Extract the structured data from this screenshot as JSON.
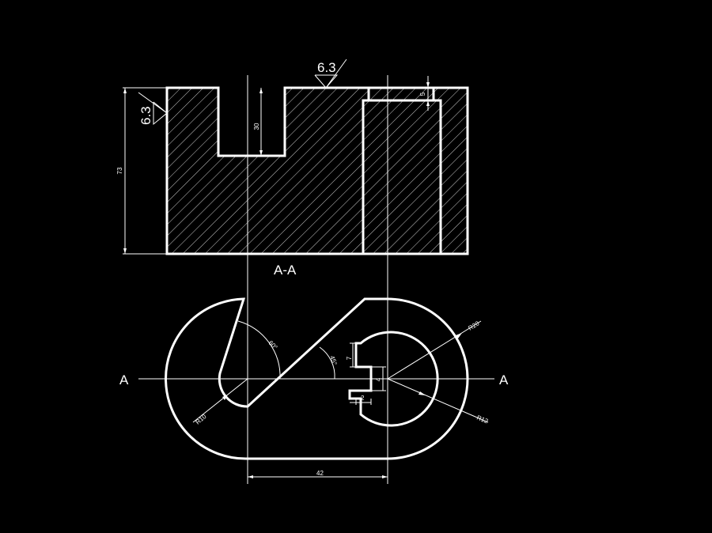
{
  "roughness_top": "6.3",
  "roughness_left": "6.3",
  "dim_depth_slot": "30",
  "dim_height": "73",
  "dim_step": "5",
  "section_label": "A-A",
  "section_mark_left": "A",
  "section_mark_right": "A",
  "dim_angle_1": "60°",
  "dim_angle_2": "45°",
  "dim_radius_10": "R10",
  "dim_radius_20": "R20",
  "dim_radius_12": "R12",
  "dim_notch_7": "7",
  "dim_notch_4": "4",
  "dim_notch_2": "2",
  "dim_center_dist": "42",
  "colors": {
    "background": "#000000",
    "lines": "#ffffff"
  }
}
